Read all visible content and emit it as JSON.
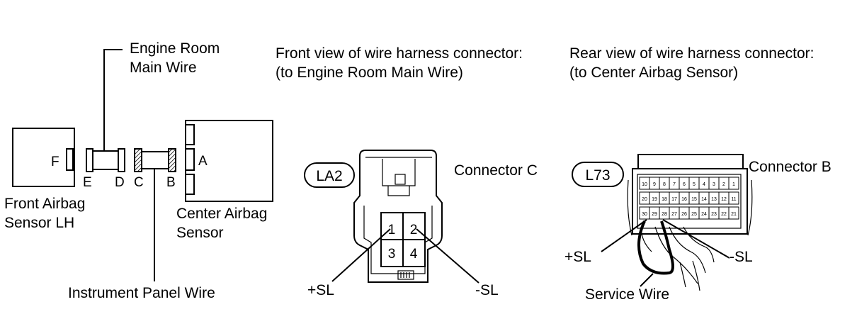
{
  "left": {
    "engine_room_main_wire": [
      "Engine Room",
      "Main Wire"
    ],
    "front_airbag_sensor": [
      "Front Airbag",
      "Sensor LH"
    ],
    "center_airbag_sensor": [
      "Center Airbag",
      "Sensor"
    ],
    "instrument_panel_wire": "Instrument Panel Wire",
    "pins": {
      "F": "F",
      "E": "E",
      "D": "D",
      "C": "C",
      "B": "B",
      "A": "A"
    }
  },
  "middle": {
    "heading": [
      "Front view of wire harness connector:",
      "(to Engine Room Main Wire)"
    ],
    "connector_code": "LA2",
    "connector_name": "Connector C",
    "terminals": [
      "1",
      "2",
      "3",
      "4"
    ],
    "plus_label": "+SL",
    "minus_label": "-SL"
  },
  "right": {
    "heading": [
      "Rear view of wire harness connector:",
      "(to Center Airbag Sensor)"
    ],
    "connector_code": "L73",
    "connector_name": "Connector B",
    "row1": [
      "10",
      "9",
      "8",
      "7",
      "6",
      "5",
      "4",
      "3",
      "2",
      "1"
    ],
    "row2": [
      "20",
      "19",
      "18",
      "17",
      "16",
      "15",
      "14",
      "13",
      "12",
      "11"
    ],
    "row3": [
      "30",
      "29",
      "28",
      "27",
      "26",
      "25",
      "24",
      "23",
      "22",
      "21"
    ],
    "plus_label": "+SL",
    "minus_label": "-SL",
    "service_wire": "Service Wire"
  }
}
